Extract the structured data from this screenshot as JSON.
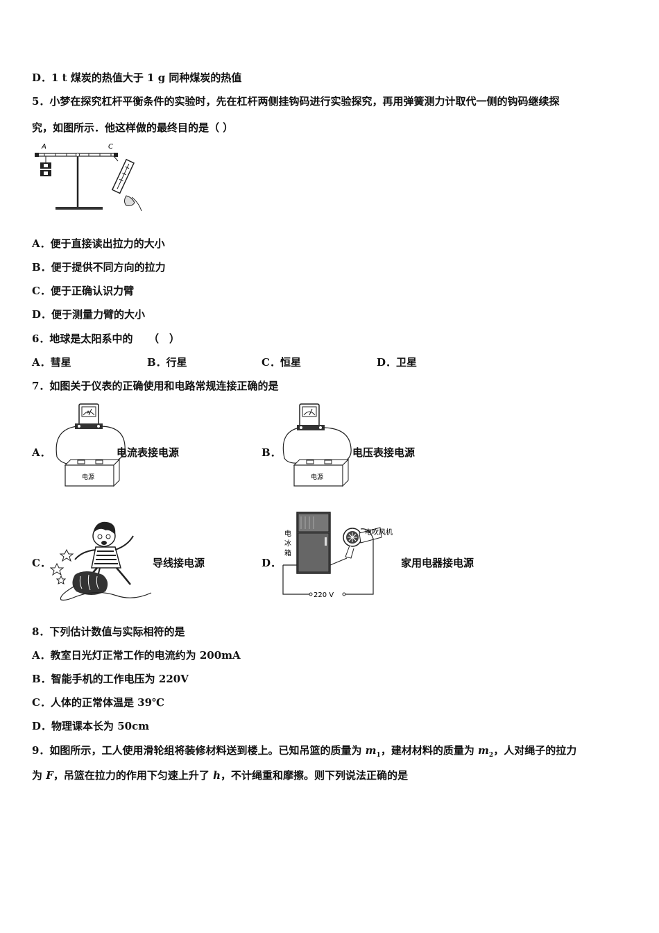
{
  "q4": {
    "optD": "D．1 t 煤炭的热值大于 1 g 同种煤炭的热值"
  },
  "q5": {
    "stem1": "5．小梦在探究杠杆平衡条件的实验时，先在杠杆两侧挂钩码进行实验探究，再用弹簧测力计取代一侧的钩码继续探",
    "stem2": "究，如图所示．他这样做的最终目的是（ ）",
    "fig_labels": {
      "a": "A",
      "c": "C"
    },
    "options": [
      "A．便于直接读出拉力的大小",
      "B．便于提供不同方向的拉力",
      "C．便于正确认识力臂",
      "D．便于测量力臂的大小"
    ]
  },
  "q6": {
    "stem": "6．地球是太阳系中的　　（　）",
    "options": [
      "A．彗星",
      "B．行星",
      "C．恒星",
      "D．卫星"
    ]
  },
  "q7": {
    "stem": "7．如图关于仪表的正确使用和电路常规连接正确的是",
    "options": [
      {
        "letter": "A．",
        "caption": "电流表接电源",
        "box_label": "电源"
      },
      {
        "letter": "B．",
        "caption": "电压表接电源",
        "box_label": "电源"
      },
      {
        "letter": "C．",
        "caption": "导线接电源"
      },
      {
        "letter": "D．",
        "caption": "家用电器接电源",
        "fridge_label": "电冰箱",
        "dryer_label": "电吹风机",
        "voltage_label": "220 V"
      }
    ]
  },
  "q8": {
    "stem": "8．下列估计数值与实际相符的是",
    "options": [
      "A．教室日光灯正常工作的电流约为 200mA",
      "B．智能手机的工作电压为 220V",
      "C．人体的正常体温是 39℃",
      "D．物理课本长为 50cm"
    ]
  },
  "q9": {
    "line1_a": "9．如图所示，工人使用滑轮组将装修材料送到楼上。已知吊篮的质量为 ",
    "m1": "m",
    "m1_sub": "1",
    "line1_b": "，建材材料的质量为 ",
    "m2": "m",
    "m2_sub": "2",
    "line1_c": "，人对绳子的拉力",
    "line2_a": "为 ",
    "F": "F",
    "line2_b": "，吊篮在拉力的作用下匀速上升了 ",
    "h": "h",
    "line2_c": "，不计绳重和摩擦。则下列说法正确的是"
  }
}
